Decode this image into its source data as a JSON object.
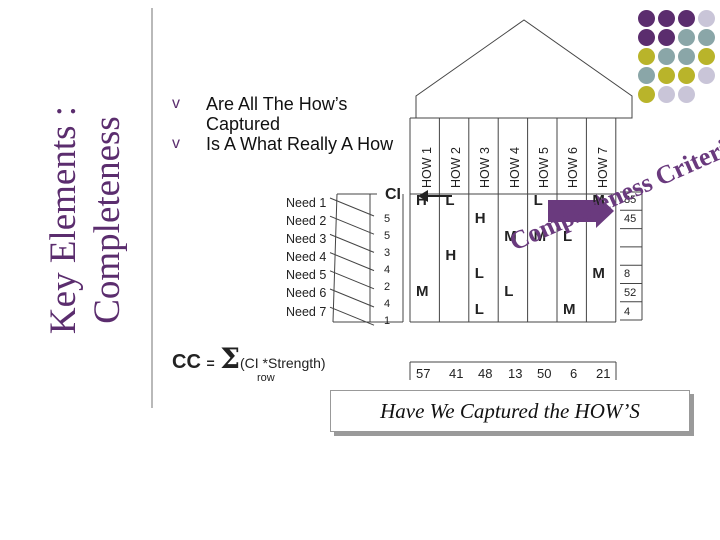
{
  "side_title": {
    "line1": "Key Elements :",
    "line2": "Completeness"
  },
  "bullets": [
    {
      "text": "Are All The How’s Captured"
    },
    {
      "text": "Is A What Really A How"
    }
  ],
  "bullet_glyph": "v",
  "needs": [
    "Need 1",
    "Need 2",
    "Need 3",
    "Need 4",
    "Need 5",
    "Need 6",
    "Need 7"
  ],
  "ci": {
    "header": "CI",
    "values": [
      "5",
      "5",
      "3",
      "4",
      "2",
      "4",
      "1"
    ]
  },
  "hows": [
    "HOW 1",
    "HOW 2",
    "HOW 3",
    "HOW 4",
    "HOW 5",
    "HOW 6",
    "HOW 7"
  ],
  "matrix_cells": [
    {
      "row": 0,
      "col": 0,
      "text": "H"
    },
    {
      "row": 0,
      "col": 1,
      "text": "L"
    },
    {
      "row": 0,
      "col": 4,
      "text": "L"
    },
    {
      "row": 0,
      "col": 6,
      "text": "M"
    },
    {
      "row": 1,
      "col": 2,
      "text": "H"
    },
    {
      "row": 2,
      "col": 3,
      "text": "M"
    },
    {
      "row": 2,
      "col": 4,
      "text": "M"
    },
    {
      "row": 2,
      "col": 5,
      "text": "L"
    },
    {
      "row": 3,
      "col": 1,
      "text": "H"
    },
    {
      "row": 4,
      "col": 2,
      "text": "L"
    },
    {
      "row": 4,
      "col": 6,
      "text": "M"
    },
    {
      "row": 5,
      "col": 0,
      "text": "M"
    },
    {
      "row": 5,
      "col": 3,
      "text": "L"
    },
    {
      "row": 6,
      "col": 2,
      "text": "L"
    },
    {
      "row": 6,
      "col": 5,
      "text": "M"
    }
  ],
  "column_totals": [
    "57",
    "41",
    "48",
    "13",
    "50",
    "6",
    "21"
  ],
  "row_totals": [
    "85",
    "45",
    "",
    "",
    "8",
    "52",
    "4"
  ],
  "formula": {
    "lhs": "CC",
    "eq": "=",
    "sigma": "Σ",
    "inner": "(CI *Strength)",
    "sub": "row"
  },
  "overlay_text": "Completeness Criteria",
  "banner_text": "Have We Captured the HOW’S",
  "colors": {
    "purple": "#5b2d6e",
    "teal": "#8aa6a8",
    "olive": "#b9b42a",
    "lavender": "#c9c5d8",
    "arrow": "#6a3a7e"
  }
}
